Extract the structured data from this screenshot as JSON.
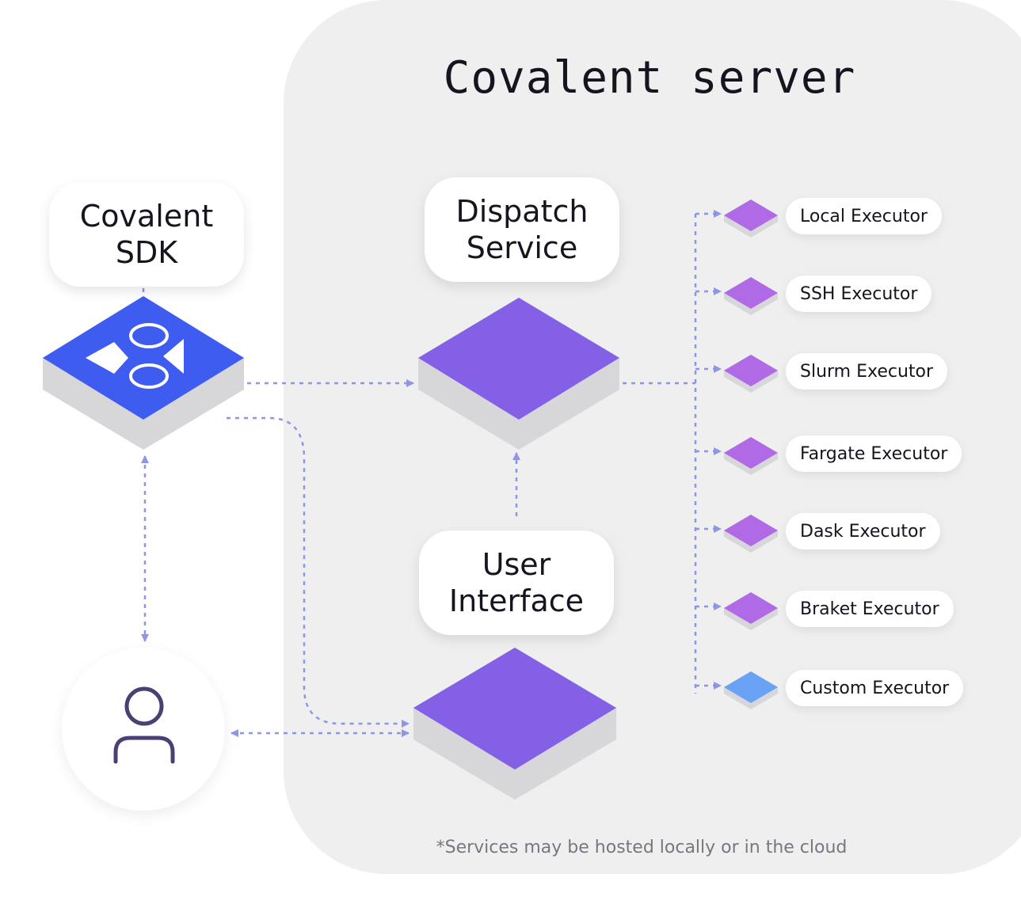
{
  "server": {
    "title": "Covalent server",
    "footnote": "*Services may be hosted locally or in the cloud"
  },
  "sdk": {
    "label_line1": "Covalent",
    "label_line2": "SDK"
  },
  "dispatch": {
    "label_line1": "Dispatch",
    "label_line2": "Service"
  },
  "ui": {
    "label_line1": "User",
    "label_line2": "Interface"
  },
  "executors": [
    {
      "label": "Local Executor",
      "color": "#b06ae6"
    },
    {
      "label": "SSH Executor",
      "color": "#b06ae6"
    },
    {
      "label": "Slurm Executor",
      "color": "#b06ae6"
    },
    {
      "label": "Fargate Executor",
      "color": "#b06ae6"
    },
    {
      "label": "Dask Executor",
      "color": "#b06ae6"
    },
    {
      "label": "Braket Executor",
      "color": "#b06ae6"
    },
    {
      "label": "Custom Executor",
      "color": "#6aa3f5"
    }
  ],
  "colors": {
    "sdk_block": "#3e5cf0",
    "service_block": "#8460e6",
    "block_side": "#d7d7da",
    "connector": "#8f95e6",
    "user_icon": "#4c3f73"
  },
  "icons": {
    "sdk_logo": "covalent-logo-icon",
    "user": "user-icon"
  }
}
